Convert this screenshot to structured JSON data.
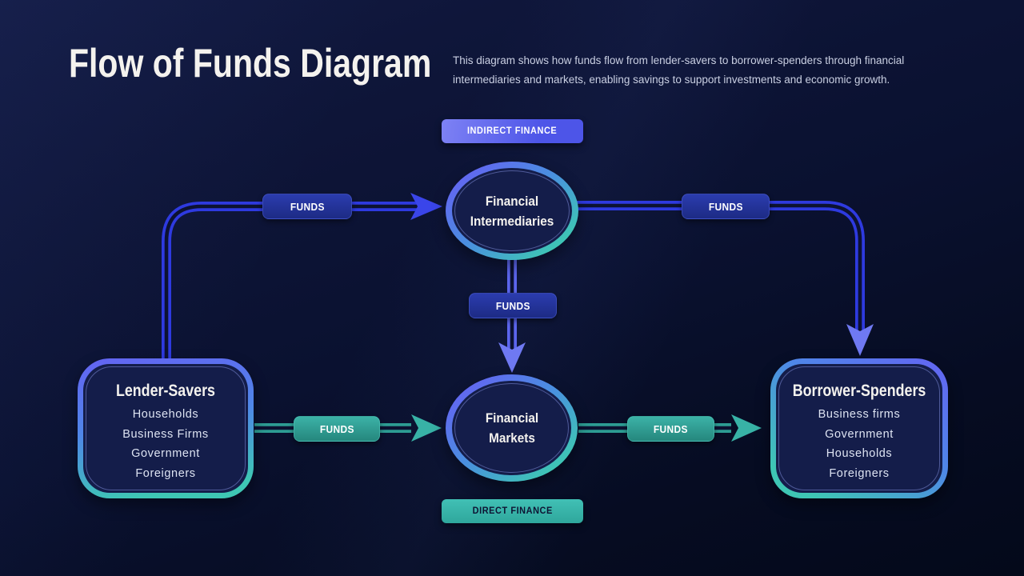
{
  "title": "Flow of Funds Diagram",
  "description": "This diagram shows how funds flow from lender-savers to borrower-spenders through financial intermediaries and markets, enabling savings to support investments and economic growth.",
  "badges": {
    "indirect": "INDIRECT FINANCE",
    "direct": "DIRECT FINANCE"
  },
  "nodes": {
    "intermediaries": {
      "label": "Financial Intermediaries"
    },
    "markets": {
      "label": "Financial Markets"
    },
    "lenders": {
      "title": "Lender-Savers",
      "items": [
        "Households",
        "Business Firms",
        "Government",
        "Foreigners"
      ]
    },
    "borrowers": {
      "title": "Borrower-Spenders",
      "items": [
        "Business firms",
        "Government",
        "Households",
        "Foreigners"
      ]
    }
  },
  "flow_labels": {
    "top_left": "FUNDS",
    "top_right": "FUNDS",
    "middle": "FUNDS",
    "bottom_left": "FUNDS",
    "bottom_right": "FUNDS"
  },
  "colors": {
    "background_top": "#121a42",
    "background_bottom": "#04091a",
    "arrow_blue": "#2e3ae0",
    "arrow_blue_light": "#5c66ee",
    "arrow_teal": "#2d9c93",
    "arrowhead_blue": "#3a45ea",
    "arrowhead_blue_light": "#6f79f2",
    "arrowhead_teal": "#38b2a6",
    "line_gap": "#0c1232",
    "gradient_purple": "#6463f2",
    "gradient_teal": "#3ec6b4",
    "node_fill": "#141d4a",
    "badge_blue_top": "#2b3cae",
    "badge_blue_bottom": "#1d2b85",
    "badge_teal_top": "#3cb2a7",
    "badge_teal_bottom": "#25877d",
    "indirect_start": "#7e82f4",
    "indirect_end": "#4d55e8",
    "direct_start": "#41c0b5",
    "direct_end": "#2fa79c",
    "direct_text": "#0e1433",
    "text_light": "#f4f2ee",
    "text_muted": "#c9cfe2",
    "text_items": "#dde3f2"
  }
}
